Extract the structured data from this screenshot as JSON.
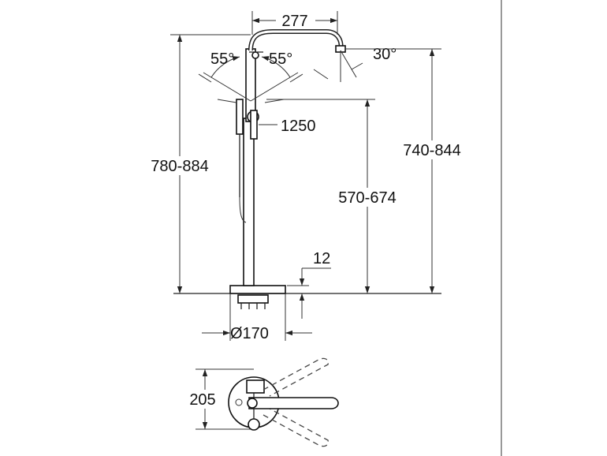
{
  "labels": {
    "spout_reach": "277",
    "lever_left_angle": "55°",
    "lever_right_angle": "55°",
    "spout_angle": "30°",
    "hose_length": "1250",
    "total_height": "780-884",
    "spout_outlet_height": "740-844",
    "handshower_height": "570-674",
    "floor_plate": "12",
    "base_diameter": "Ø170",
    "plan_depth": "205"
  }
}
